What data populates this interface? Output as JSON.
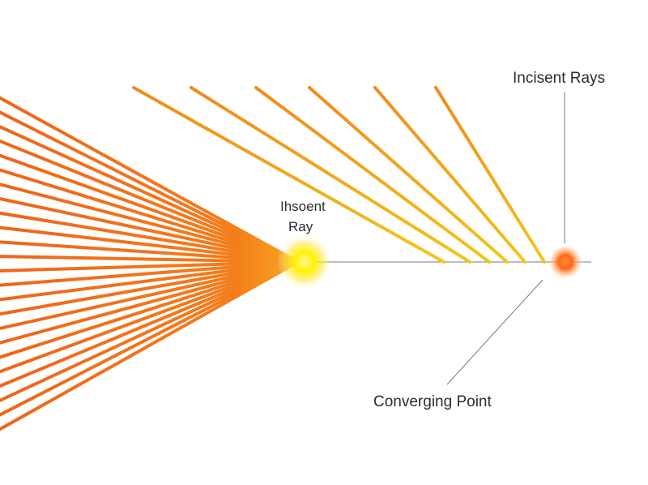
{
  "labels": {
    "incident_rays": "Incisent Rays",
    "incident_ray_line1": "Ihsoent",
    "incident_ray_line2": "Ray",
    "converging_point": "Converging Point"
  },
  "colors": {
    "fan_ray": "#f26a1b",
    "fan_ray_light": "#f7951f",
    "parallel_ray_orange": "#f08a1c",
    "parallel_ray_yellow": "#f2c61a",
    "focus_glow_yellow": "#fff200",
    "focus_glow_orange": "#ff6a1a",
    "axis_line": "#9a9a9a"
  }
}
